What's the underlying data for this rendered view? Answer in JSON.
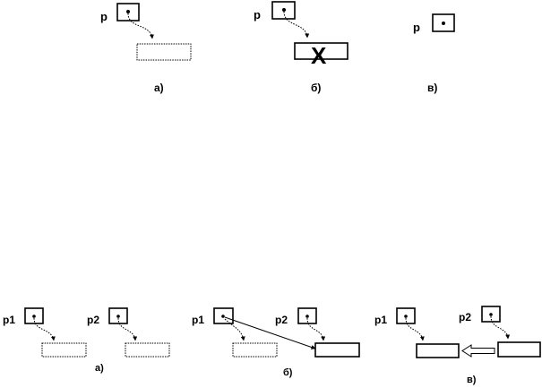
{
  "top_row": {
    "a": {
      "var_label": "p",
      "caption": "а)"
    },
    "b": {
      "var_label": "p",
      "caption": "б)",
      "cross_mark": "X"
    },
    "c": {
      "var_label": "p",
      "caption": "в)"
    }
  },
  "bottom_row": {
    "a": {
      "var1_label": "p1",
      "var2_label": "p2",
      "caption": "а)"
    },
    "b": {
      "var1_label": "p1",
      "var2_label": "p2",
      "caption": "б)"
    },
    "c": {
      "var1_label": "p1",
      "var2_label": "p2",
      "caption": "в)"
    }
  }
}
